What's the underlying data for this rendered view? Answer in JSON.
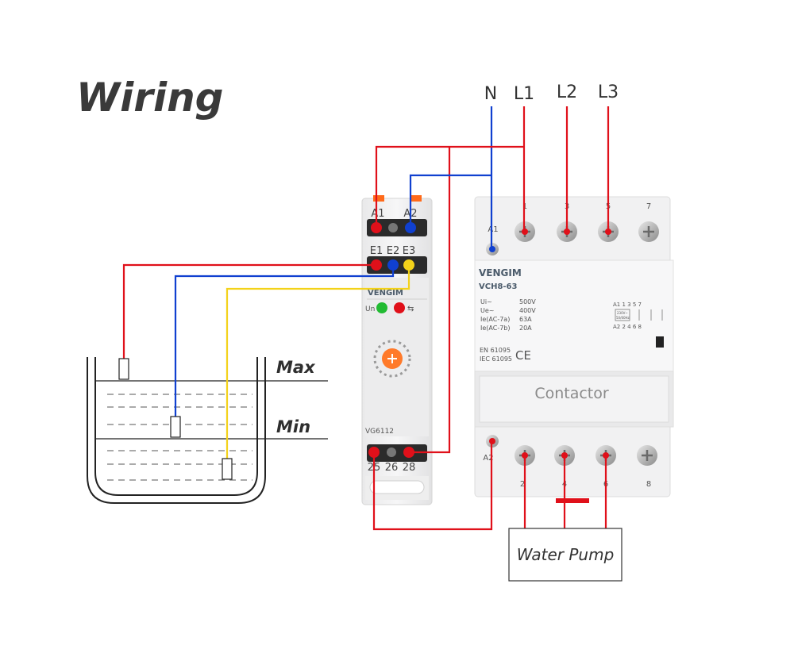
{
  "title": "Wiring",
  "supply": {
    "n": "N",
    "l1": "L1",
    "l2": "L2",
    "l3": "L3"
  },
  "tank": {
    "max_label": "Max",
    "min_label": "Min"
  },
  "relay": {
    "brand": "VENGIM",
    "model": "VG6112",
    "terminal_a1": "A1",
    "terminal_a2": "A2",
    "terminal_e1": "E1",
    "terminal_e2": "E2",
    "terminal_e3": "E3",
    "terminal_25": "25",
    "terminal_26": "26",
    "terminal_28": "28",
    "un_label": "Un"
  },
  "contactor": {
    "brand": "VENGIM",
    "model": "VCH8-63",
    "name": "Contactor",
    "terminal_a1": "A1",
    "terminal_a2": "A2",
    "top_numbers": [
      "1",
      "3",
      "5",
      "7"
    ],
    "bottom_numbers": [
      "2",
      "4",
      "6",
      "8"
    ],
    "specs": [
      {
        "key": "Ui~",
        "value": "500V"
      },
      {
        "key": "Ue~",
        "value": "400V"
      },
      {
        "key": "Ie(AC-7a)",
        "value": "63A"
      },
      {
        "key": "Ie(AC-7b)",
        "value": "20A"
      }
    ],
    "standard_1": "EN 61095",
    "standard_2": "IEC 61095",
    "ce_mark": "CE",
    "schematic_top": "A1  1  3  5  7",
    "schematic_bottom": "A2  2  4  6  8",
    "coil_rating_1": "230V~",
    "coil_rating_2": "50/60Hz"
  },
  "load": {
    "label": "Water Pump"
  },
  "colors": {
    "live": "#e0101a",
    "neutral": "#1040d0",
    "probe_e3": "#f3d21a",
    "relay_accent": "#ff6a1a",
    "indicator_green": "#22bb33"
  }
}
